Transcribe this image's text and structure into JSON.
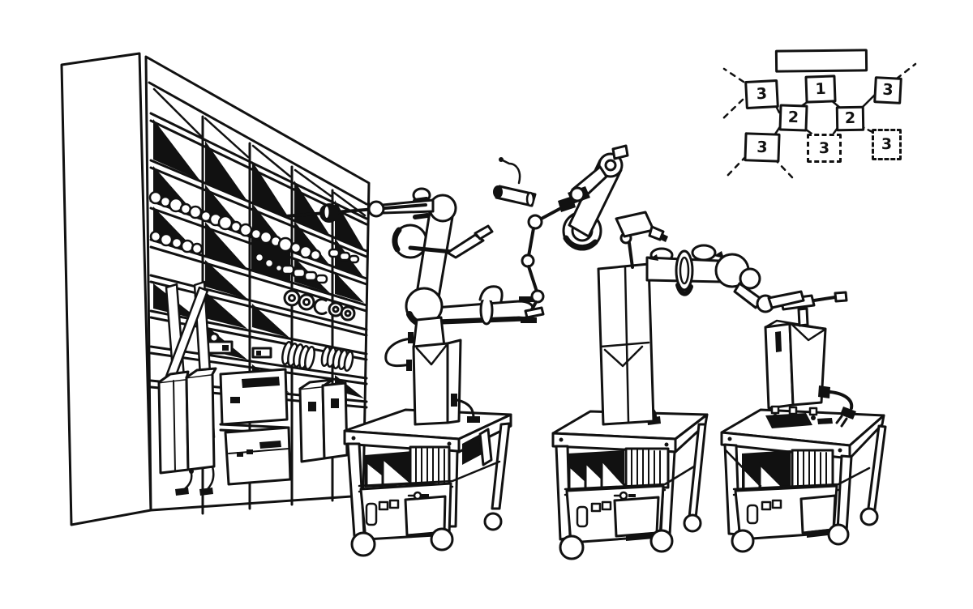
{
  "scene": {
    "background_color": "#ffffff",
    "ink_color": "#111111",
    "style": "hand-drawn black ink illustration",
    "description": "Three mobile robot-arm workstations on wheeled carts operate beside a tall storage shelf full of parts; a hand-sketched task-allocation tree of numbered boxes sits at the top right."
  },
  "illustration": {
    "shelf": {
      "name": "parts storage shelf",
      "contents": [
        "small balls",
        "cylinders",
        "rings",
        "stacked plates",
        "leaning boards",
        "cardboard boxes",
        "equipment with cables"
      ]
    },
    "robots": [
      {
        "name": "left robot arm",
        "activity": "holding a rod with a ball knob at the shelf"
      },
      {
        "name": "middle robot arm",
        "activity": "gripping a drill-like tool; thin secondary arm steadies the left robot"
      },
      {
        "name": "middle robot right arm",
        "activity": "working on the rod atop the control box"
      }
    ],
    "carts": [
      {
        "name": "left cart",
        "features": [
          "file dividers",
          "slats",
          "cabinet door",
          "key glyph",
          "casters"
        ]
      },
      {
        "name": "middle cart",
        "features": [
          "file dividers",
          "slats",
          "cabinet door",
          "key glyph",
          "casters"
        ]
      },
      {
        "name": "right cart",
        "features": [
          "dark tabletop opening",
          "file dividers",
          "slats",
          "cabinet door",
          "casters"
        ]
      }
    ],
    "control_box": {
      "name": "control box",
      "features": [
        "V-notch lid",
        "dark slot",
        "power cable with plug",
        "tool rod on top"
      ]
    }
  },
  "task_diagram": {
    "header_label": "",
    "nodes": [
      {
        "id": "root",
        "label": "1",
        "border": "solid"
      },
      {
        "id": "left-2",
        "label": "2",
        "border": "solid"
      },
      {
        "id": "right-2",
        "label": "2",
        "border": "solid"
      },
      {
        "id": "upper-left-3",
        "label": "3",
        "border": "solid"
      },
      {
        "id": "lower-left-3",
        "label": "3",
        "border": "solid"
      },
      {
        "id": "center-3",
        "label": "3",
        "border": "dashed"
      },
      {
        "id": "upper-right-3",
        "label": "3",
        "border": "solid"
      },
      {
        "id": "lower-right-3",
        "label": "3",
        "border": "dashed"
      }
    ],
    "edges": [
      {
        "from": "root",
        "to": "left-2",
        "style": "solid"
      },
      {
        "from": "root",
        "to": "right-2",
        "style": "solid"
      },
      {
        "from": "left-2",
        "to": "upper-left-3",
        "style": "solid"
      },
      {
        "from": "left-2",
        "to": "lower-left-3",
        "style": "solid"
      },
      {
        "from": "left-2",
        "to": "center-3",
        "style": "solid"
      },
      {
        "from": "right-2",
        "to": "center-3",
        "style": "solid"
      },
      {
        "from": "right-2",
        "to": "upper-right-3",
        "style": "solid"
      },
      {
        "from": "right-2",
        "to": "lower-right-3",
        "style": "dashed"
      }
    ],
    "loose_rays": "dashed lines radiating outward from the solid 3-nodes"
  }
}
